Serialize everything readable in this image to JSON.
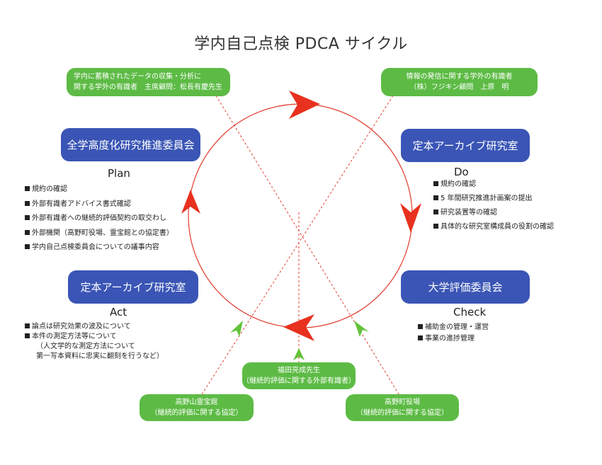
{
  "title": "学内自己点検 PDCA サイクル",
  "colors": {
    "committee": "#3a55b5",
    "pill": "#5dbb45",
    "cycle": "#e03a2a",
    "arrow_red": "#e8311f",
    "arrow_green": "#63c23a",
    "dashed": "#e04030"
  },
  "top_left_advisor": {
    "line1": "学内に蓄積されたデータの収集・分析に",
    "line2": "関する学外の有識者　主席顧問：松長有慶先生"
  },
  "top_right_advisor": {
    "line1": "情報の発信に関する学外の有識者",
    "line2": "（株）フジキン顧問　上原　明"
  },
  "plan": {
    "committee": "全学高度化研究推進委員会",
    "label": "Plan",
    "items": [
      "規約の確認",
      "外部有識者アドバイス書式確認",
      "外部有識者への継続的評価契約の取交わし",
      "外部機関（高野町役場、霊宝館との協定書）",
      "学内自己点検委員会についての議事内容"
    ]
  },
  "do": {
    "committee": "定本アーカイブ研究室",
    "label": "Do",
    "items": [
      "規約の確認",
      "5 年間研究推進計画案の提出",
      "研究装置等の確認",
      "具体的な研究室構成員の役割の確認"
    ]
  },
  "check": {
    "committee": "大学評価委員会",
    "label": "Check",
    "items": [
      "補助金の管理・運営",
      "事業の進捗管理"
    ]
  },
  "act": {
    "committee": "定本アーカイブ研究室",
    "label": "Act",
    "items": [
      "論点は研究効果の波及について",
      "本件の測定方法等について"
    ],
    "continuation": [
      "（人文学的な測定方法について",
      "第一写本資料に忠実に翻刻を行うなど）"
    ]
  },
  "bottom_left": {
    "line1": "高野山霊宝館",
    "line2": "（継続的評価に関する協定）"
  },
  "bottom_center": {
    "line1": "福田亮成先生",
    "line2": "（継続的評価に関する外部有識者）"
  },
  "bottom_right": {
    "line1": "高野町役場",
    "line2": "（継続的評価に関する協定）"
  }
}
